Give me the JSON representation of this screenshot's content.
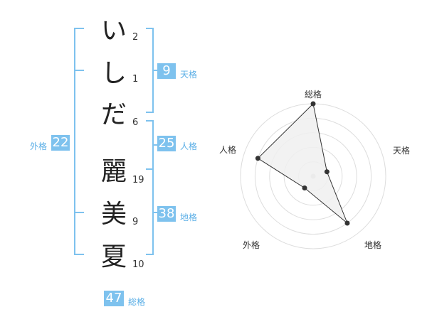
{
  "name": {
    "chars": [
      {
        "char": "い",
        "strokes": "2"
      },
      {
        "char": "し",
        "strokes": "1"
      },
      {
        "char": "だ",
        "strokes": "6"
      },
      {
        "char": "麗",
        "strokes": "19"
      },
      {
        "char": "美",
        "strokes": "9"
      },
      {
        "char": "夏",
        "strokes": "10"
      }
    ]
  },
  "fortune": {
    "tenkaku": {
      "value": "9",
      "label": "天格"
    },
    "jinkaku": {
      "value": "25",
      "label": "人格"
    },
    "chikaku": {
      "value": "38",
      "label": "地格"
    },
    "gaikaku": {
      "value": "22",
      "label": "外格"
    },
    "soukaku": {
      "value": "47",
      "label": "総格"
    }
  },
  "chart_data": {
    "type": "radar",
    "axes": [
      "総格",
      "天格",
      "地格",
      "外格",
      "人格"
    ],
    "values": [
      5,
      1,
      4,
      1,
      4
    ],
    "max": 5,
    "colors": {
      "fill": "#f0f0f0",
      "line": "#333333",
      "grid": "#dddddd",
      "center": "#cccccc"
    }
  },
  "colors": {
    "accent": "#7ec2ee",
    "bracket": "#7ec2ee",
    "text": "#222222"
  }
}
